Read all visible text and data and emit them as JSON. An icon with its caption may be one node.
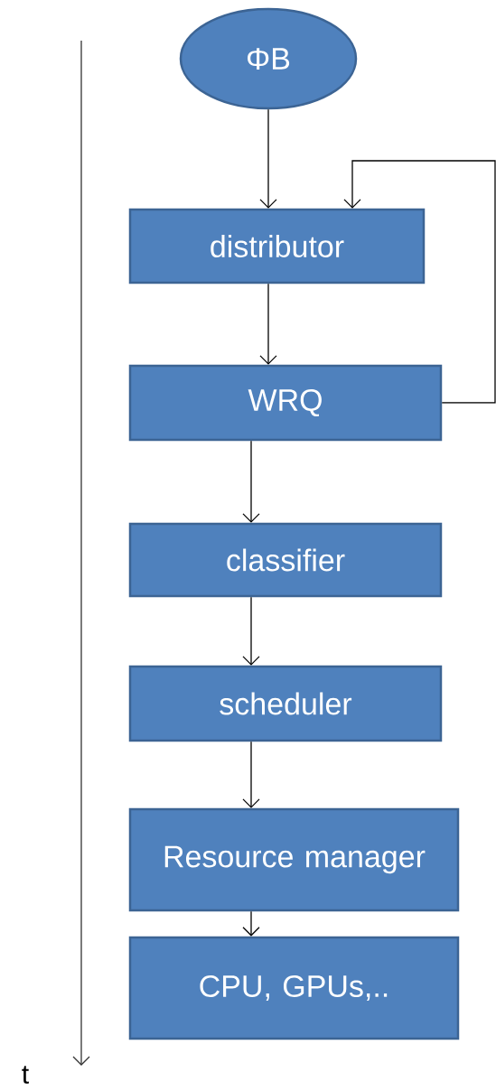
{
  "diagram": {
    "nodes": [
      {
        "text": [
          "ΦB"
        ]
      },
      {
        "text": [
          "distributor"
        ]
      },
      {
        "text": [
          "WRQ"
        ]
      },
      {
        "text": [
          "classifier"
        ]
      },
      {
        "text": [
          "scheduler"
        ]
      },
      {
        "text": [
          "Resource manager"
        ]
      },
      {
        "text": [
          "CPU, GPUs,.."
        ]
      }
    ],
    "edges": [
      {
        "from": 0,
        "to": 1,
        "arrow": "to"
      },
      {
        "from": 1,
        "to": 2,
        "arrow": "to"
      },
      {
        "from": 2,
        "to": 3,
        "arrow": "to"
      },
      {
        "from": 3,
        "to": 4,
        "arrow": "to"
      },
      {
        "from": 4,
        "to": 5,
        "arrow": "to"
      },
      {
        "from": 5,
        "to": 6,
        "arrow": "to"
      },
      {
        "from": 2,
        "to": 1,
        "arrow": "to"
      }
    ],
    "labels": [
      "t"
    ]
  }
}
